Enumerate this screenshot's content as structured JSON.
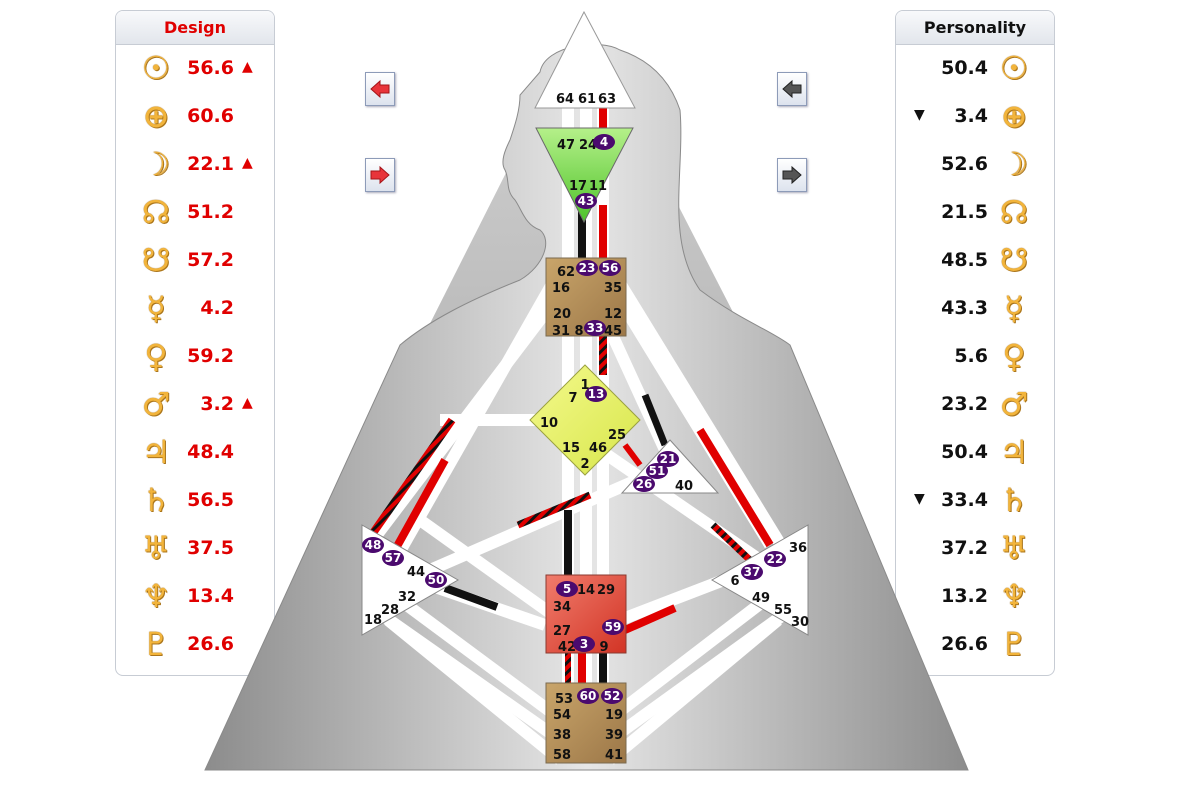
{
  "design": {
    "title": "Design",
    "rows": [
      {
        "icon": "sun-icon",
        "glyph": "☉",
        "value": "56.6",
        "marker": "▲"
      },
      {
        "icon": "earth-icon",
        "glyph": "⊕",
        "value": "60.6",
        "marker": ""
      },
      {
        "icon": "moon-icon",
        "glyph": "☽",
        "value": "22.1",
        "marker": "▲"
      },
      {
        "icon": "north-node-icon",
        "glyph": "☊",
        "value": "51.2",
        "marker": ""
      },
      {
        "icon": "south-node-icon",
        "glyph": "☋",
        "value": "57.2",
        "marker": ""
      },
      {
        "icon": "mercury-icon",
        "glyph": "☿",
        "value": "4.2",
        "marker": ""
      },
      {
        "icon": "venus-icon",
        "glyph": "♀",
        "value": "59.2",
        "marker": ""
      },
      {
        "icon": "mars-icon",
        "glyph": "♂",
        "value": "3.2",
        "marker": "▲"
      },
      {
        "icon": "jupiter-icon",
        "glyph": "♃",
        "value": "48.4",
        "marker": ""
      },
      {
        "icon": "saturn-icon",
        "glyph": "♄",
        "value": "56.5",
        "marker": ""
      },
      {
        "icon": "uranus-icon",
        "glyph": "♅",
        "value": "37.5",
        "marker": ""
      },
      {
        "icon": "neptune-icon",
        "glyph": "♆",
        "value": "13.4",
        "marker": ""
      },
      {
        "icon": "pluto-icon",
        "glyph": "♇",
        "value": "26.6",
        "marker": ""
      }
    ]
  },
  "personality": {
    "title": "Personality",
    "rows": [
      {
        "icon": "sun-icon",
        "glyph": "☉",
        "value": "50.4",
        "marker": ""
      },
      {
        "icon": "earth-icon",
        "glyph": "⊕",
        "value": "3.4",
        "marker": "▼"
      },
      {
        "icon": "moon-icon",
        "glyph": "☽",
        "value": "52.6",
        "marker": ""
      },
      {
        "icon": "north-node-icon",
        "glyph": "☊",
        "value": "21.5",
        "marker": ""
      },
      {
        "icon": "south-node-icon",
        "glyph": "☋",
        "value": "48.5",
        "marker": ""
      },
      {
        "icon": "mercury-icon",
        "glyph": "☿",
        "value": "43.3",
        "marker": ""
      },
      {
        "icon": "venus-icon",
        "glyph": "♀",
        "value": "5.6",
        "marker": ""
      },
      {
        "icon": "mars-icon",
        "glyph": "♂",
        "value": "23.2",
        "marker": ""
      },
      {
        "icon": "jupiter-icon",
        "glyph": "♃",
        "value": "50.4",
        "marker": ""
      },
      {
        "icon": "saturn-icon",
        "glyph": "♄",
        "value": "33.4",
        "marker": "▼"
      },
      {
        "icon": "uranus-icon",
        "glyph": "♅",
        "value": "37.2",
        "marker": ""
      },
      {
        "icon": "neptune-icon",
        "glyph": "♆",
        "value": "13.2",
        "marker": ""
      },
      {
        "icon": "pluto-icon",
        "glyph": "♇",
        "value": "26.6",
        "marker": ""
      }
    ]
  },
  "nav": {
    "design_prev": {
      "icon": "arrow-left-icon",
      "color": "#e8343a"
    },
    "design_next": {
      "icon": "arrow-right-icon",
      "color": "#e8343a"
    },
    "personality_prev": {
      "icon": "arrow-left-icon",
      "color": "#555555"
    },
    "personality_next": {
      "icon": "arrow-right-icon",
      "color": "#555555"
    }
  },
  "centers": {
    "head": {
      "gates": [
        "64",
        "61",
        "63"
      ]
    },
    "ajna": {
      "gates": [
        "47",
        "24",
        "17",
        "11"
      ],
      "active": [
        "4",
        "43"
      ]
    },
    "throat": {
      "gates": [
        "62",
        "16",
        "35",
        "20",
        "12",
        "31",
        "8",
        "45"
      ],
      "active": [
        "23",
        "56",
        "33"
      ]
    },
    "g": {
      "gates": [
        "1",
        "7",
        "10",
        "15",
        "46",
        "25",
        "2"
      ],
      "active": [
        "13"
      ]
    },
    "heart": {
      "gates": [
        "40"
      ],
      "active": [
        "21",
        "51",
        "26"
      ]
    },
    "spleen": {
      "gates": [
        "44",
        "32",
        "28",
        "18"
      ],
      "active": [
        "48",
        "57",
        "50"
      ]
    },
    "solar_plexus": {
      "gates": [
        "36",
        "6",
        "49",
        "55",
        "30"
      ],
      "active": [
        "22",
        "37"
      ]
    },
    "sacral": {
      "gates": [
        "14",
        "29",
        "34",
        "27",
        "42",
        "9"
      ],
      "active": [
        "5",
        "59",
        "3"
      ]
    },
    "root": {
      "gates": [
        "53",
        "54",
        "38",
        "58",
        "19",
        "39",
        "41"
      ],
      "active": [
        "60",
        "52"
      ]
    }
  },
  "colors": {
    "design": "#e00000",
    "personality": "#000000",
    "head": "#ffffff",
    "ajna": "#8ee24a",
    "throat": "#b8925a",
    "g": "#ecf37a",
    "sacral": "#e8473b",
    "root": "#b8925a",
    "active_gate": "#4b0a6e"
  }
}
